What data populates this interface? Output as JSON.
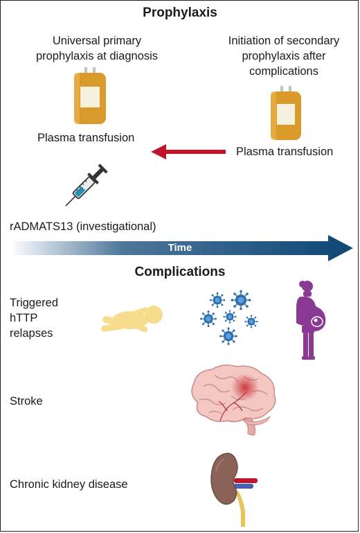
{
  "prophylaxis": {
    "title": "Prophylaxis",
    "primary_label_line1": "Universal primary",
    "primary_label_line2": "prophylaxis at diagnosis",
    "secondary_label_line1": "Initiation of secondary",
    "secondary_label_line2": "prophylaxis after",
    "secondary_label_line3": "complications",
    "left_plasma_label": "Plasma transfusion",
    "right_plasma_label": "Plasma transfusion",
    "drug_label": "rADMATS13 (investigational)"
  },
  "timeline": {
    "label": "Time"
  },
  "complications": {
    "title": "Complications",
    "relapses_line1": "Triggered",
    "relapses_line2": "hTTP",
    "relapses_line3": "relapses",
    "stroke_label": "Stroke",
    "ckd_label": "Chronic kidney disease"
  },
  "colors": {
    "arrow_red": "#c0142b",
    "time_blue": "#134a78",
    "plasma": "#d99a2b",
    "virus": "#2b6fb0",
    "pregnant": "#8a3a92",
    "infant": "#f6dc8c"
  }
}
